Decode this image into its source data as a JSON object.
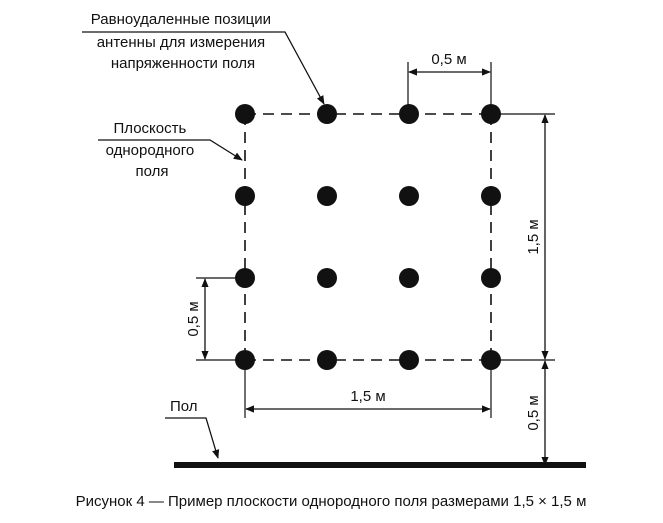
{
  "labels": {
    "antenna_positions": [
      "Равноудаленные позиции",
      "антенны для измерения",
      "напряженности поля"
    ],
    "uniform_plane": [
      "Плоскость",
      "однородного",
      "поля"
    ],
    "floor": "Пол"
  },
  "dimensions": {
    "top_spacing": "0,5 м",
    "right_height": "1,5 м",
    "left_spacing": "0,5 м",
    "bottom_width": "1,5 м",
    "floor_height": "0,5 м"
  },
  "grid": {
    "rows": 4,
    "columns": 4
  },
  "caption": "Рисунок 4 — Пример плоскости однородного поля размерами 1,5 × 1,5 м",
  "colors": {
    "ink": "#111111",
    "background": "#ffffff"
  }
}
